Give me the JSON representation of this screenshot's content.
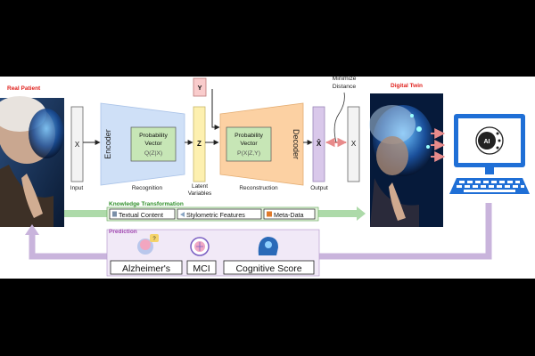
{
  "labels": {
    "real_patient": "Real Patient",
    "digital_twin": "Digital Twin",
    "minimize_distance_line1": "Minimize",
    "minimize_distance_line2": "Distance",
    "x_input": "X",
    "input": "Input",
    "encoder": "Encoder",
    "recognition": "Recognition",
    "prob_vec_enc_line1": "Probability",
    "prob_vec_enc_line2": "Vector",
    "prob_vec_enc_formula": "Q(Z|X)",
    "z": "Z",
    "y": "Y",
    "latent_line1": "Latent",
    "latent_line2": "Variables",
    "prob_vec_dec_line1": "Probability",
    "prob_vec_dec_line2": "Vector",
    "prob_vec_dec_formula": "P(X|Z,Y)",
    "decoder": "Decoder",
    "reconstruction": "Reconstruction",
    "x_hat": "X̂",
    "output": "Output",
    "x_target": "X",
    "ai": "AI",
    "knowledge_transformation": "Knowledge Transformation",
    "textual_content": "Textual Content",
    "stylometric_features": "Stylometric Features",
    "meta_data": "Meta-Data",
    "prediction": "Prediction",
    "alzheimers": "Alzheimer's",
    "mci": "MCI",
    "cognitive_score": "Cognitive Score"
  },
  "colors": {
    "red_label": "#e0201c",
    "encoder_fill": "#cfe0f7",
    "decoder_fill": "#fcd1a3",
    "latent_fill": "#fdf0b0",
    "output_fill": "#d9c8ea",
    "prob_fill": "#c7e6b6",
    "green_arrow": "#9fd49a",
    "purple_arrow": "#c9b4dc",
    "monitor_blue": "#1f6fd6"
  },
  "icons": [
    "brain-question-icon",
    "brain-scan-icon",
    "head-gear-icon",
    "ai-monitor-icon",
    "keyboard-icon",
    "text-icon",
    "stylometric-icon",
    "metadata-icon"
  ]
}
